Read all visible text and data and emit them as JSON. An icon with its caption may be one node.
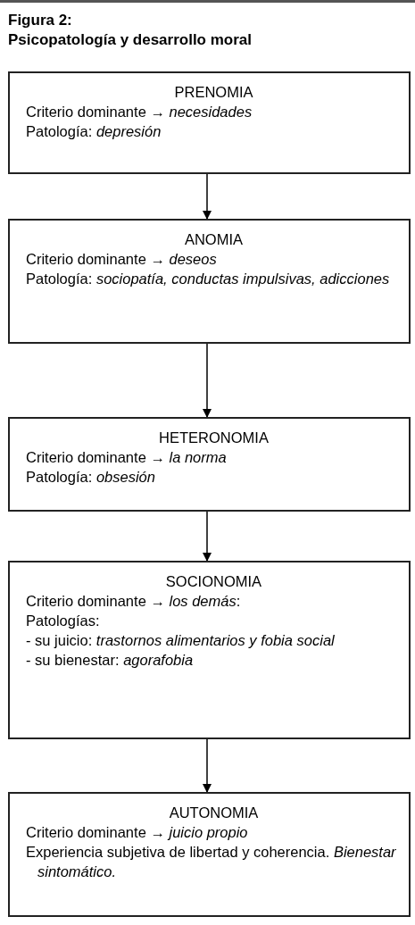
{
  "diagram": {
    "title": "Psicopatología y desarrollo moral",
    "nodes": [
      {
        "text": [
          "PRENOMIA",
          "Criterio dominante → *necesidades*",
          "Patología: *depresión*"
        ]
      },
      {
        "text": [
          "ANOMIA",
          "Criterio dominante → *deseos*",
          "Patología: *sociopatía, conductas impulsivas, adicciones*"
        ]
      },
      {
        "text": [
          "HETERONOMIA",
          "Criterio dominante → *la norma*",
          "Patología: *obsesión*"
        ]
      },
      {
        "text": [
          "SOCIONOMIA",
          "Criterio dominante → *los demás*:",
          "Patologías:",
          "- su juicio: *trastornos alimentarios y fobia social*",
          "- su bienestar: *agorafobia*"
        ]
      },
      {
        "text": [
          "AUTONOMIA",
          "Criterio dominante → *juicio propio*",
          "Experiencia subjetiva de libertad y coherencia. *Bienestar sintomático.*"
        ]
      }
    ],
    "edges": [
      {
        "from": 0,
        "to": 1,
        "arrow": "to"
      },
      {
        "from": 1,
        "to": 2,
        "arrow": "to"
      },
      {
        "from": 2,
        "to": 3,
        "arrow": "to"
      },
      {
        "from": 3,
        "to": 4,
        "arrow": "to"
      }
    ],
    "labels": [
      "Figura 2:"
    ]
  }
}
